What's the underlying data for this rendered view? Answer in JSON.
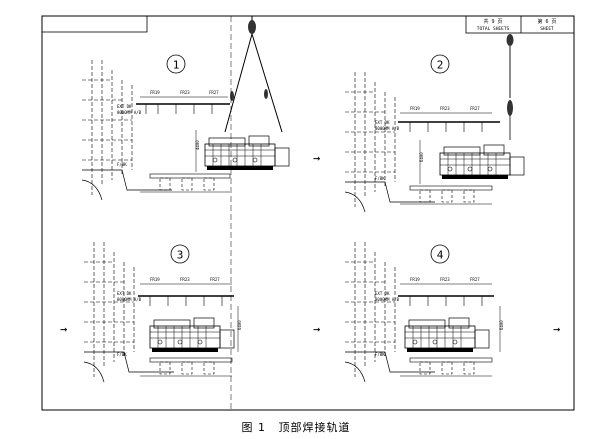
{
  "title_block": {
    "total_sheets_cn": "共 9 页",
    "total_sheets_en": "TOTAL SHEETS",
    "sheet_cn": "第 6 页",
    "sheet_en": "SHEET"
  },
  "panels": [
    {
      "step": "1",
      "rails": [
        "FR19",
        "FR23",
        "FR27"
      ],
      "notes": [
        "EXT DK",
        "8000MM A/B",
        "F/BK"
      ],
      "dim": "4400"
    },
    {
      "step": "2",
      "rails": [
        "FR19",
        "FR23",
        "FR27"
      ],
      "notes": [
        "EXT DK",
        "8000MM A/B",
        "F/BK"
      ],
      "dim": "6400"
    },
    {
      "step": "3",
      "rails": [
        "FR19",
        "FR23",
        "FR27"
      ],
      "notes": [
        "EXT DK",
        "8000MM A/B",
        "F/BK"
      ],
      "dim": "6400"
    },
    {
      "step": "4",
      "rails": [
        "FR19",
        "FR23",
        "FR27"
      ],
      "notes": [
        "EXT DK",
        "8000MM A/B",
        "F/BK"
      ],
      "dim": "6400"
    }
  ],
  "flow_arrows": [
    "→",
    "→",
    "→",
    "→"
  ],
  "caption": {
    "figure_label": "图 1",
    "figure_title": "顶部焊接轨道"
  }
}
